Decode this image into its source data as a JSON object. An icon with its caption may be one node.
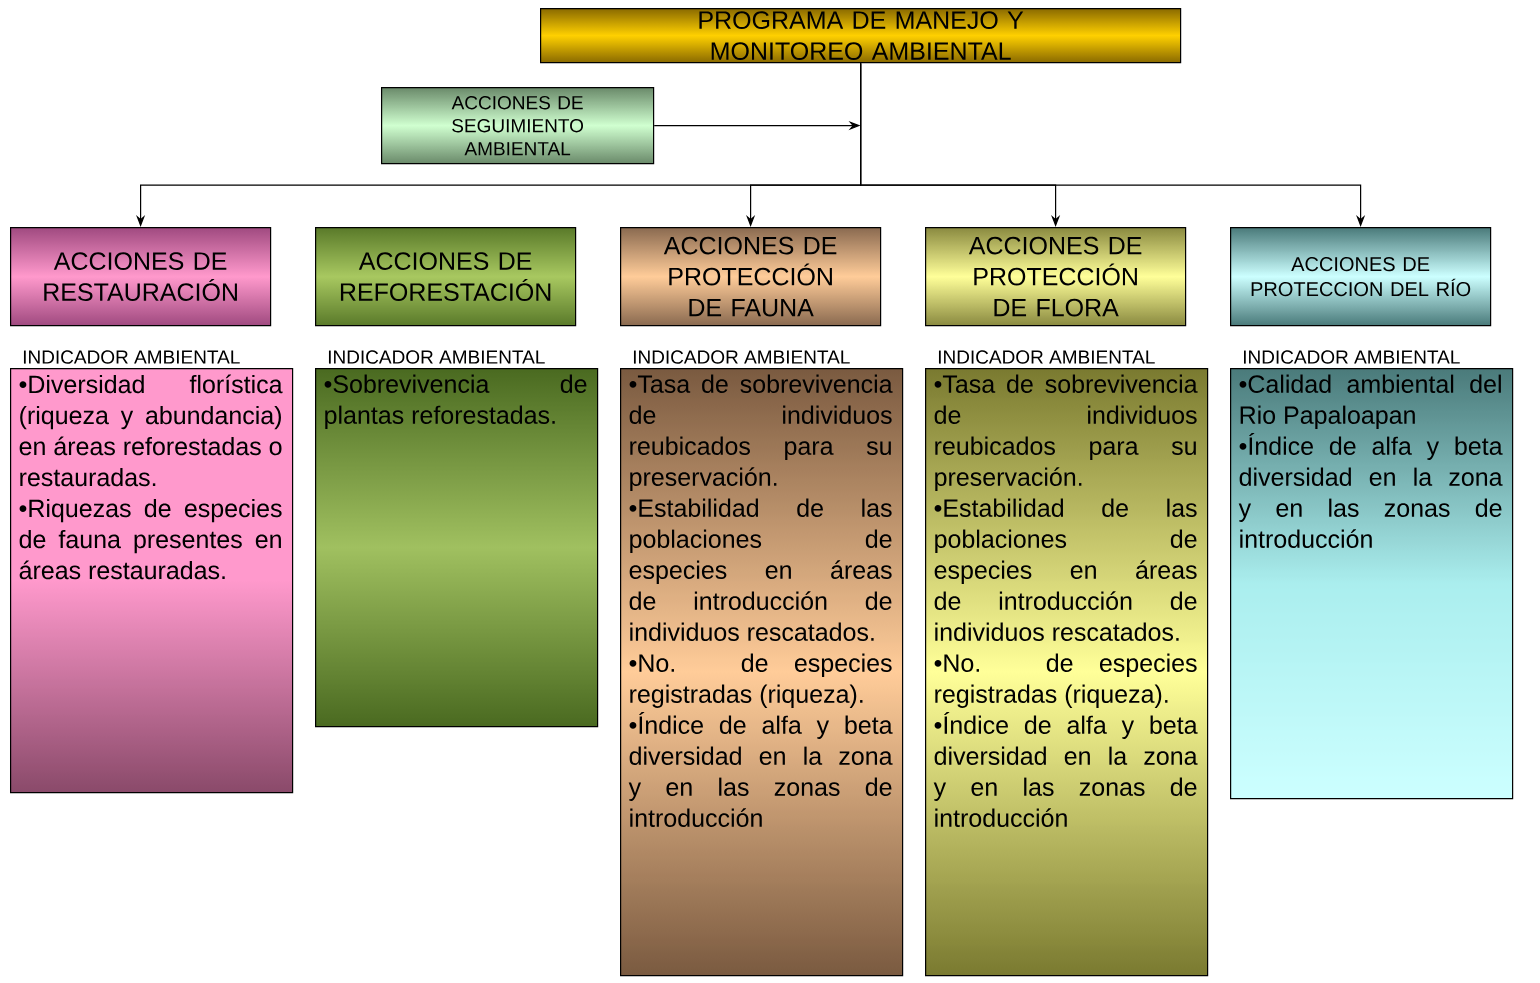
{
  "diagram": {
    "nodes": [
      {
        "text": [
          "PROGRAMA DE MANEJO Y MONITOREO AMBIENTAL"
        ]
      },
      {
        "text": [
          "ACCIONES DE SEGUIMIENTO AMBIENTAL"
        ]
      },
      {
        "text": [
          "ACCIONES DE RESTAURACIÓN"
        ]
      },
      {
        "text": [
          "INDICADOR AMBIENTAL",
          "•Diversidad florística (riqueza y abundancia) en áreas reforestadas o restauradas.",
          "•Riquezas de especies de fauna presentes en áreas restauradas."
        ]
      },
      {
        "text": [
          "ACCIONES DE REFORESTACIÓN"
        ]
      },
      {
        "text": [
          "INDICADOR AMBIENTAL",
          "•Sobrevivencia de plantas reforestadas."
        ]
      },
      {
        "text": [
          "ACCIONES DE PROTECCIÓN DE FAUNA"
        ]
      },
      {
        "text": [
          "INDICADOR AMBIENTAL",
          "•Tasa de sobrevivencia de individuos reubicados para su preservación.",
          "•Estabilidad de las poblaciones de especies en áreas de introducción de individuos rescatados.",
          "•No. de especies registradas (riqueza).",
          "•Índice de alfa y beta diversidad en la zona y en las zonas de introducción"
        ]
      },
      {
        "text": [
          "ACCIONES DE PROTECCIÓN DE FLORA"
        ]
      },
      {
        "text": [
          "INDICADOR AMBIENTAL",
          "•Tasa de sobrevivencia de individuos reubicados para su preservación.",
          "•Estabilidad de las poblaciones de especies en áreas de introducción de individuos rescatados.",
          "•No. de especies registradas (riqueza).",
          "•Índice de alfa y beta diversidad en la zona y en las zonas de introducción"
        ]
      },
      {
        "text": [
          "ACCIONES DE PROTECCION DEL RÍO"
        ]
      },
      {
        "text": [
          "INDICADOR AMBIENTAL",
          "•Calidad ambiental del Rio Papaloapan",
          "•Índice de alfa y beta diversidad en la zona y en las zonas de introducción"
        ]
      }
    ],
    "edges": [
      {
        "from": 0,
        "to": 2,
        "arrow": "to"
      },
      {
        "from": 0,
        "to": 6,
        "arrow": "to"
      },
      {
        "from": 0,
        "to": 8,
        "arrow": "to"
      },
      {
        "from": 0,
        "to": 10,
        "arrow": "to"
      },
      {
        "from": 1,
        "to": null,
        "arrow": "to"
      }
    ]
  }
}
